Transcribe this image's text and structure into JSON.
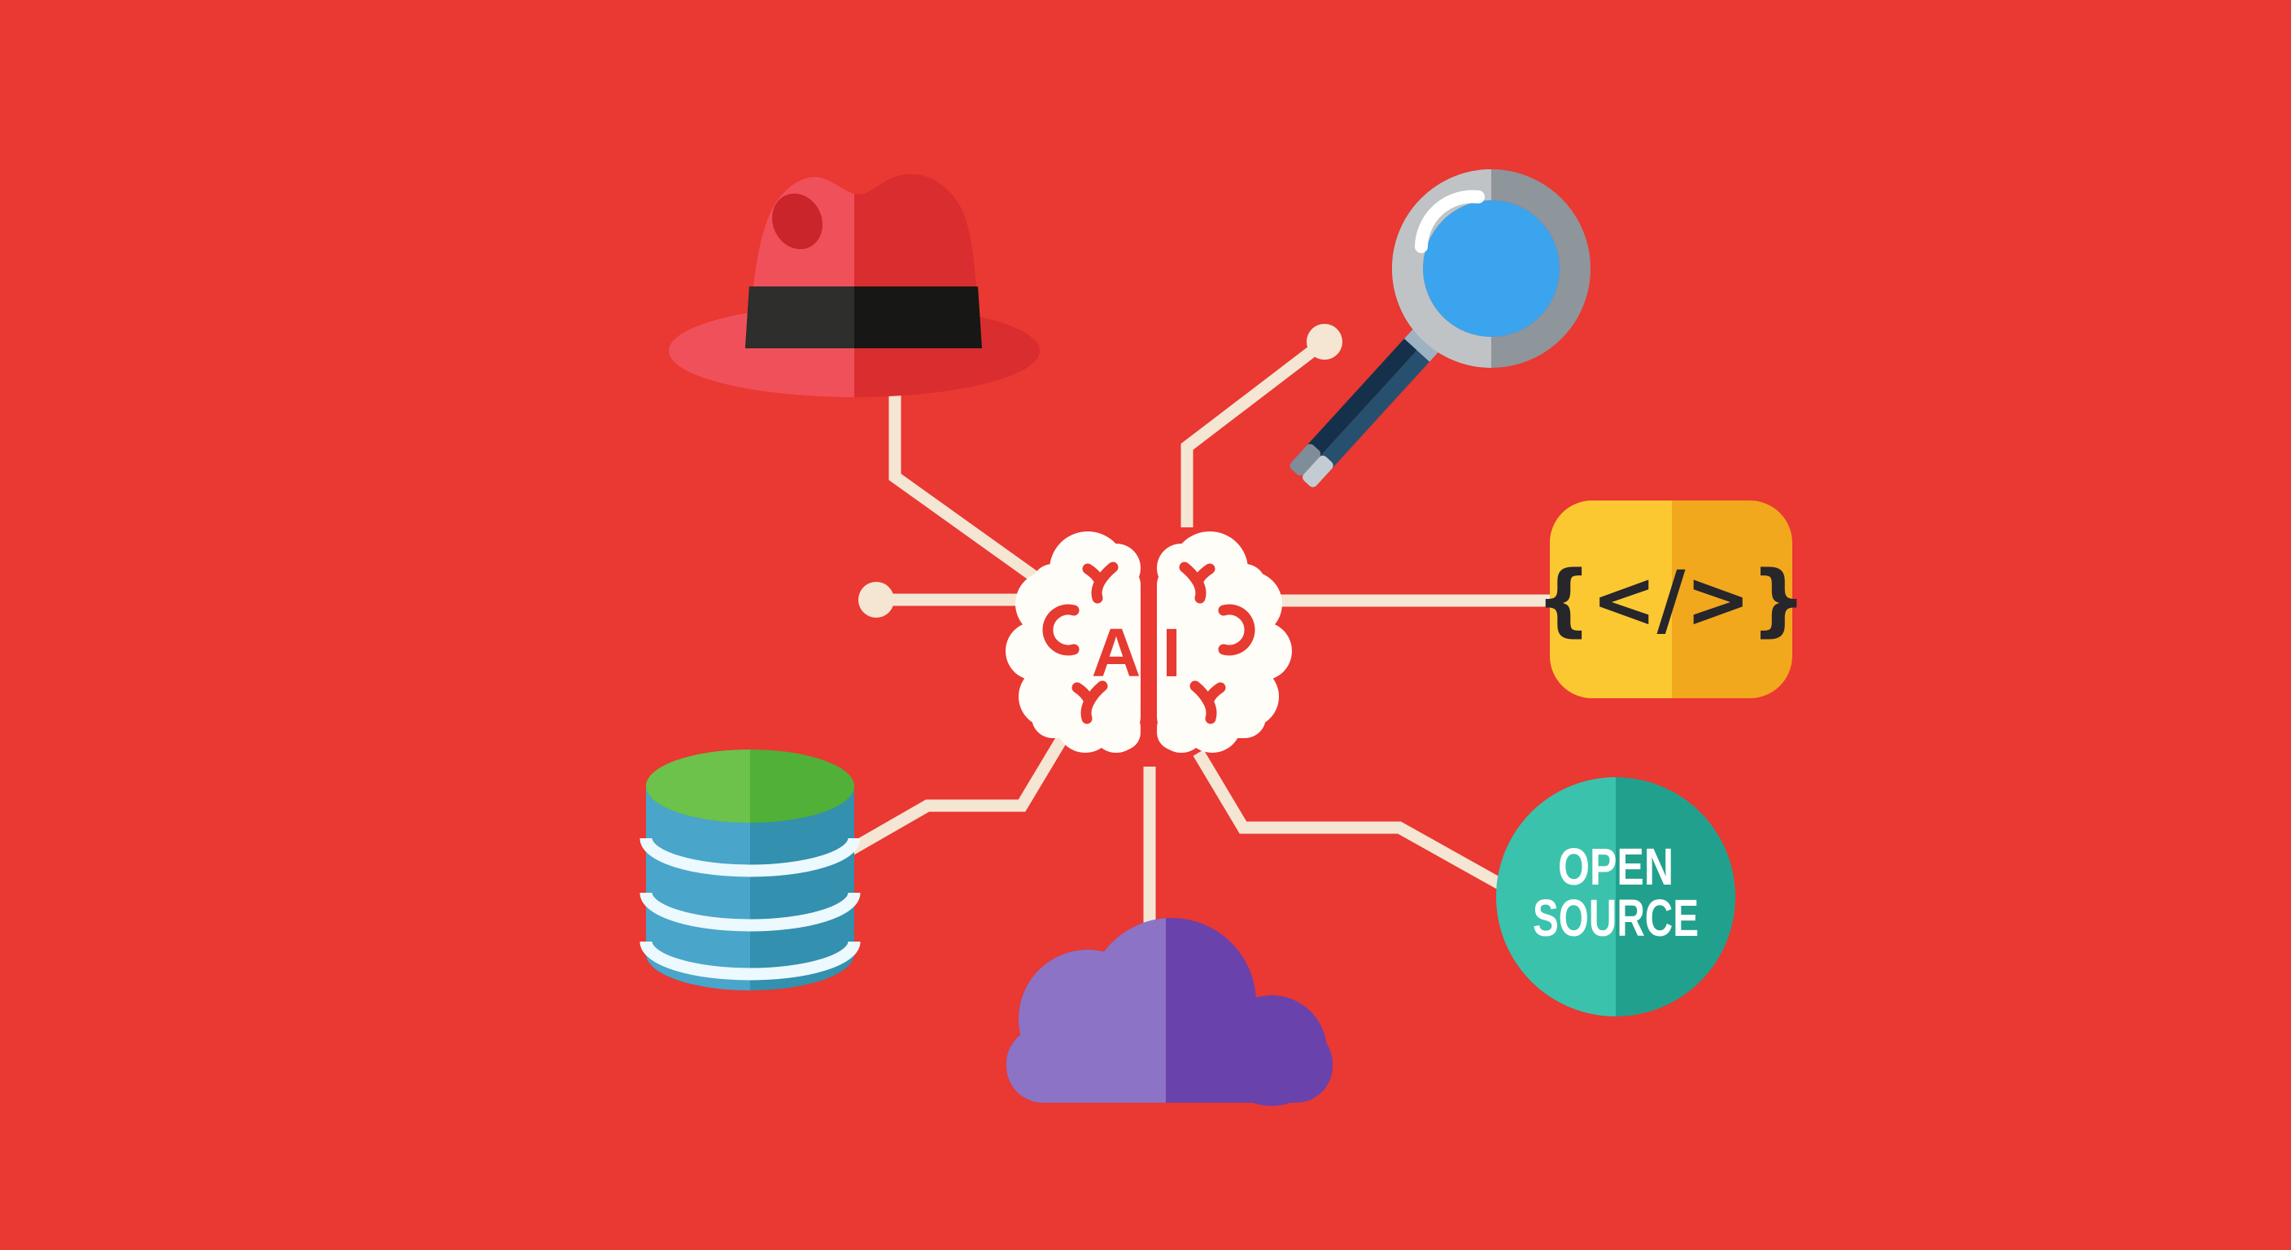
{
  "illustration": {
    "background_color": "#ea3832",
    "connector_color": "#f4e6d3",
    "hub": {
      "id": "ai-brain",
      "icon": "brain-icon",
      "label": "AI",
      "label_left": "A",
      "label_right": "I",
      "fill": "#fffdf8",
      "detail_color": "#e73a31"
    },
    "nodes": [
      {
        "id": "red-hat",
        "icon": "fedora-hat-icon",
        "colors": {
          "left": "#f0505a",
          "right": "#da2d2f",
          "band_left": "#2e2e2c",
          "band_right": "#171715",
          "dent": "#c9252b"
        }
      },
      {
        "id": "search",
        "icon": "magnifying-glass-icon",
        "colors": {
          "rim_light": "#c0c3c6",
          "rim_dark": "#8e959b",
          "lens": "#3aa4ee",
          "highlight": "#ffffff",
          "handle_light": "#27506f",
          "handle_dark": "#14304b",
          "collar": "#9db3c2",
          "tip_light": "#c3ccd2",
          "tip_dark": "#7e8d98"
        }
      },
      {
        "id": "code",
        "icon": "code-block-icon",
        "label": "{</>}",
        "colors": {
          "left": "#fcc832",
          "right": "#f2a81d",
          "glyph": "#26262b"
        }
      },
      {
        "id": "open-source",
        "icon": "open-source-badge-icon",
        "label_line1": "OPEN",
        "label_line2": "SOURCE",
        "colors": {
          "left": "#3bc2ac",
          "right": "#21a18d",
          "text": "#ffffff"
        }
      },
      {
        "id": "cloud",
        "icon": "cloud-icon",
        "colors": {
          "left": "#8d73c5",
          "right": "#6a42ac"
        }
      },
      {
        "id": "database",
        "icon": "database-icon",
        "colors": {
          "top_left": "#6cc24a",
          "top_right": "#51b037",
          "body_left": "#49a5ca",
          "body_right": "#3390ae",
          "stripe": "#ecf9fe"
        }
      }
    ]
  }
}
